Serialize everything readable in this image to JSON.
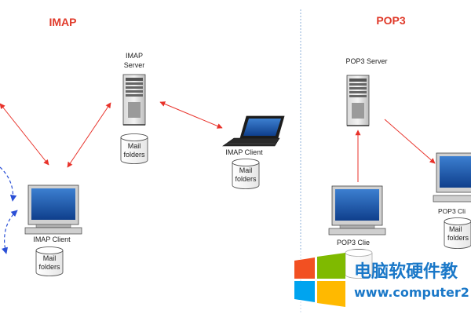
{
  "imap": {
    "title": "IMAP",
    "server_label_line1": "IMAP",
    "server_label_line2": "Server",
    "laptop_label": "IMAP Client",
    "desktop_label": "IMAP Client",
    "mail_folders_line1": "Mail",
    "mail_folders_line2": "folders"
  },
  "pop3": {
    "title": "POP3",
    "server_label": "POP3 Server",
    "client_left_label": "POP3 Clie",
    "client_right_label": "POP3 Cli",
    "mail_folders_line1": "Mail",
    "mail_folders_line2": "folders"
  },
  "watermark": {
    "chinese_text": "电脑软硬件教",
    "url_text": "www.computer2"
  },
  "colors": {
    "title_red": "#e03a2a",
    "arrow_red": "#e8322a",
    "arrow_blue": "#2a4fd6",
    "divider": "#8fb0d8",
    "watermark_blue": "#1a78c8"
  }
}
